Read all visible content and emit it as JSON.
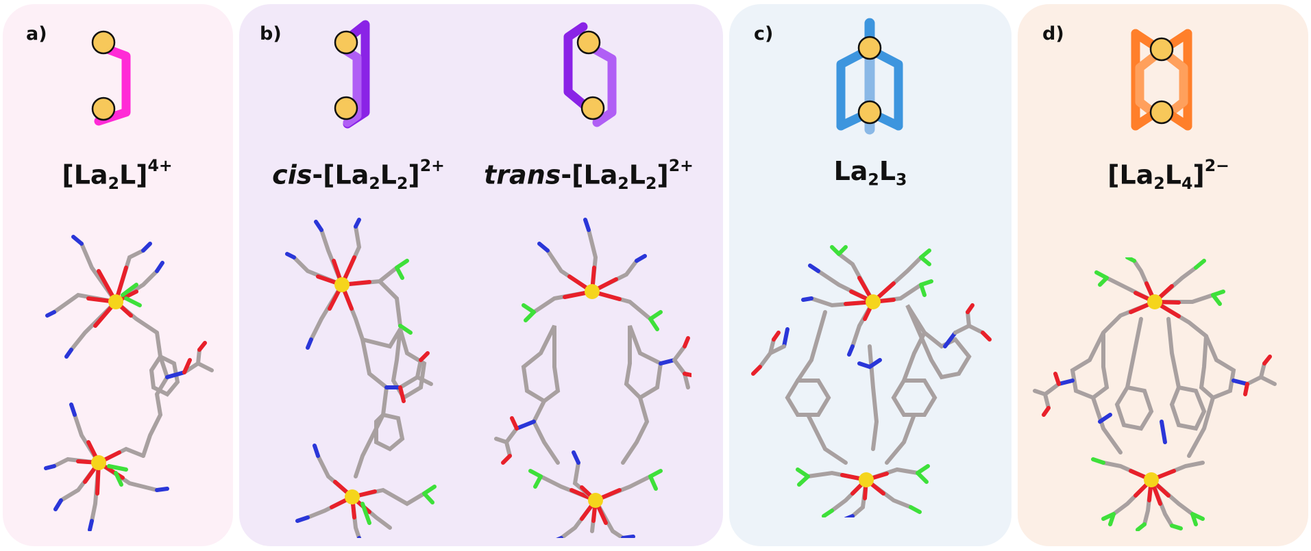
{
  "panels": [
    {
      "letter": "a)",
      "formula_main": "[La",
      "formula_sub1": "2",
      "formula_mid": "L]",
      "formula_sup": "4+"
    },
    {
      "letter": "b)"
    },
    {
      "letter": "c)",
      "formula_main": "La",
      "formula_sub1": "2",
      "formula_mid": "L",
      "formula_sub2": "3"
    },
    {
      "letter": "d)",
      "formula_main": "[La",
      "formula_sub1": "2",
      "formula_mid": "L",
      "formula_sub2": "4",
      "formula_end": "]",
      "formula_sup": "2−"
    }
  ],
  "panel_b": {
    "cis": {
      "prefix": "cis",
      "rest": "-[La",
      "sub1": "2",
      "mid": "L",
      "sub2": "2",
      "end": "]",
      "sup": "2+"
    },
    "trans": {
      "prefix": "trans",
      "rest": "-[La",
      "sub1": "2",
      "mid": "L",
      "sub2": "2",
      "end": "]",
      "sup": "2+"
    }
  },
  "colors": {
    "panel_a_bg": "#fdf0f7",
    "panel_b_bg": "#f2e9f9",
    "panel_c_bg": "#edf3f9",
    "panel_d_bg": "#fcefe6",
    "ligand_a": "#ff2bd6",
    "ligand_b": "#a64ef0",
    "ligand_b_dark": "#8a23e6",
    "ligand_c": "#3d95de",
    "ligand_d": "#ff7f2a",
    "la_ion": "#f7c85a",
    "la_sphere": "#f5d51c",
    "carbon": "#a8a0a0",
    "oxygen": "#e8202a",
    "nitrogen": "#2a36d8",
    "fluorine": "#3ee03a"
  },
  "icons": [
    "la-ion-circle-icon",
    "ligand-strand-icon"
  ]
}
